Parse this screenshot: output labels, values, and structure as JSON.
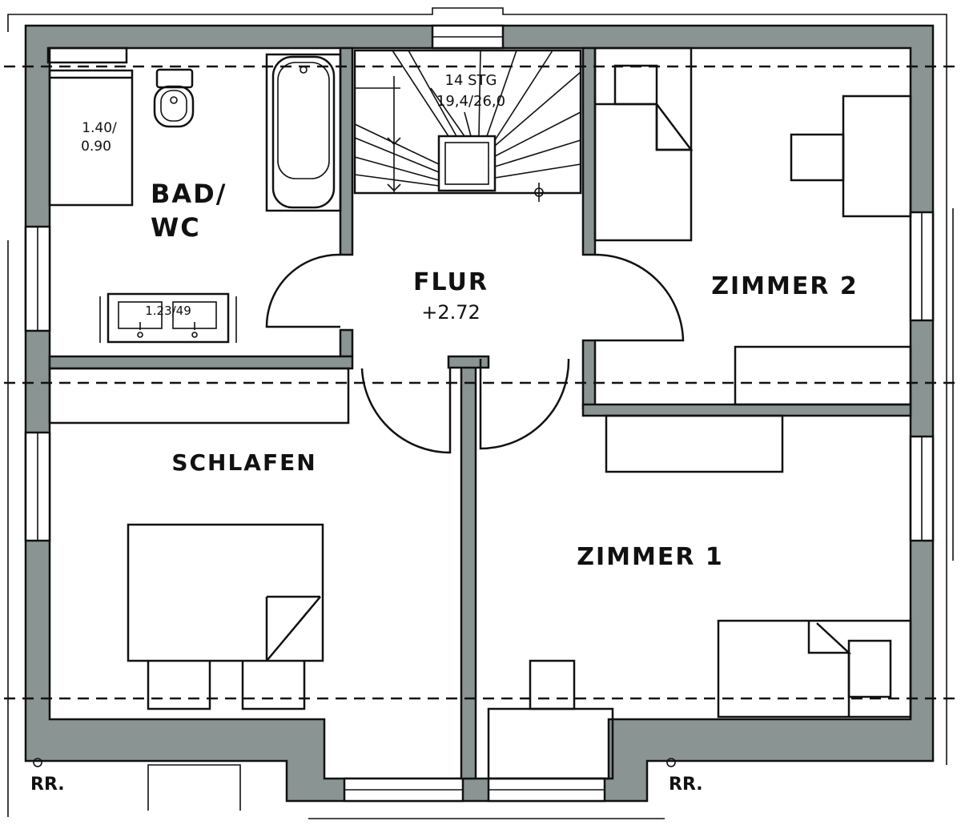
{
  "rooms": {
    "bad_line1": "BAD/",
    "bad_line2": "WC",
    "flur": "FLUR",
    "flur_level": "+2.72",
    "zimmer2": "ZIMMER 2",
    "schlafen": "SCHLAFEN",
    "zimmer1": "ZIMMER 1"
  },
  "stair": {
    "steps": "14 STG",
    "ratio": "19,4/26,0"
  },
  "fixtures": {
    "shower_dim_line1": "1.40/",
    "shower_dim_line2": "0.90",
    "sink_dim": "1.23/49"
  },
  "downpipes": {
    "left": "RR.",
    "right": "RR."
  },
  "colors": {
    "wall": "#8a9493",
    "line": "#111111",
    "background": "#ffffff"
  }
}
